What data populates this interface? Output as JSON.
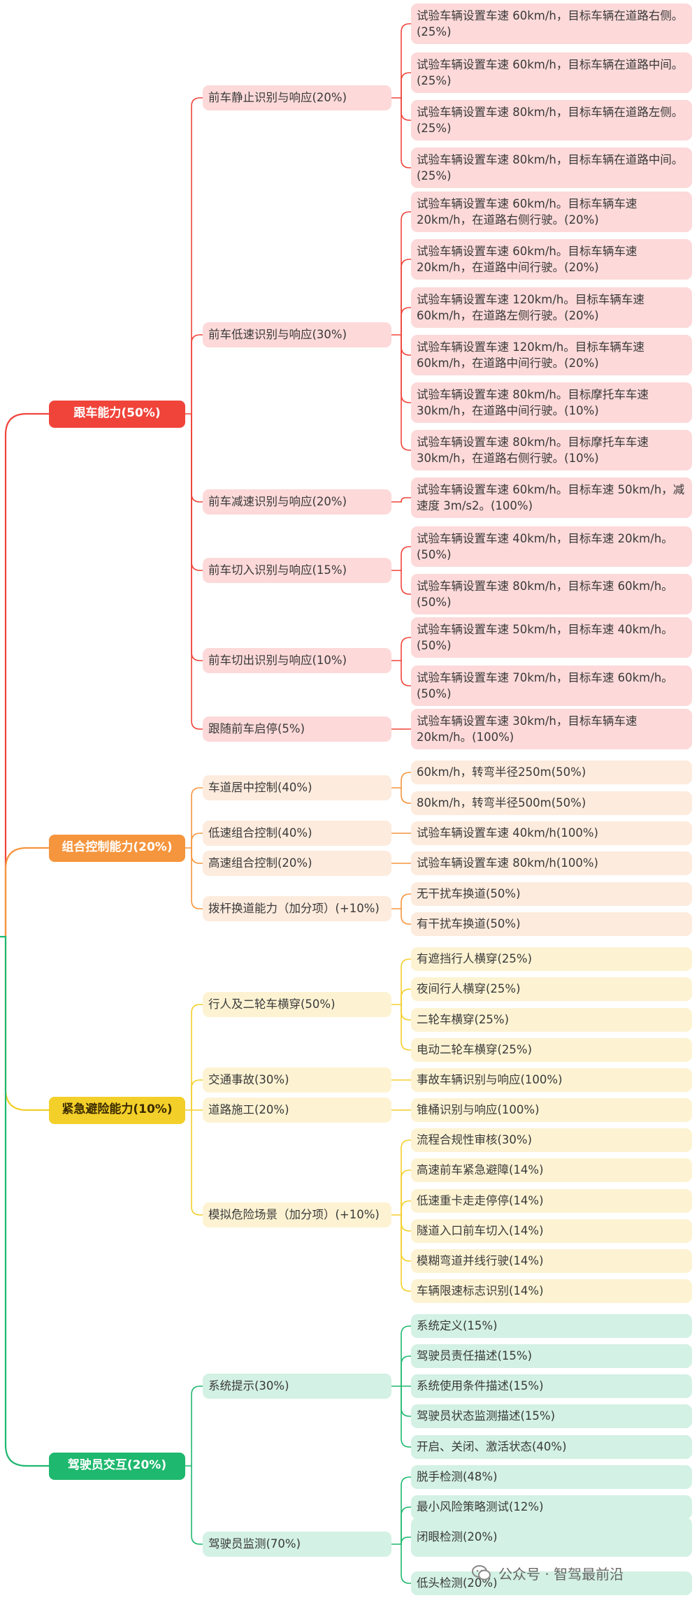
{
  "branches": [
    {
      "label": "跟车能力(50%)",
      "color": "#f0443a",
      "fill": "#fdd9d9",
      "items": [
        {
          "label": "前车静止识别与响应(20%)",
          "children": [
            "试验车辆设置车速 60km/h，目标车辆在道路右侧。(25%)",
            "试验车辆设置车速 60km/h，目标车辆在道路中间。(25%)",
            "试验车辆设置车速 80km/h，目标车辆在道路左侧。(25%)",
            "试验车辆设置车速 80km/h，目标车辆在道路中间。(25%)"
          ]
        },
        {
          "label": "前车低速识别与响应(30%)",
          "children": [
            "试验车辆设置车速 60km/h。目标车辆车速 20km/h，在道路右侧行驶。(20%)",
            "试验车辆设置车速 60km/h。目标车辆车速 20km/h，在道路中间行驶。(20%)",
            "试验车辆设置车速 120km/h。目标车辆车速 60km/h，在道路左侧行驶。(20%)",
            "试验车辆设置车速 120km/h。目标车辆车速 60km/h，在道路中间行驶。(20%)",
            "试验车辆设置车速 80km/h。目标摩托车车速 30km/h，在道路中间行驶。(10%)",
            "试验车辆设置车速 80km/h。目标摩托车车速 30km/h，在道路右侧行驶。(10%)"
          ]
        },
        {
          "label": "前车减速识别与响应(20%)",
          "children": [
            "试验车辆设置车速 60km/h。目标车速 50km/h，减速度 3m/s2。(100%)"
          ]
        },
        {
          "label": "前车切入识别与响应(15%)",
          "children": [
            "试验车辆设置车速 40km/h，目标车速 20km/h。(50%)",
            "试验车辆设置车速 80km/h，目标车速 60km/h。(50%)"
          ]
        },
        {
          "label": "前车切出识别与响应(10%)",
          "children": [
            "试验车辆设置车速 50km/h，目标车速 40km/h。(50%)",
            "试验车辆设置车速 70km/h，目标车速 60km/h。(50%)"
          ]
        },
        {
          "label": "跟随前车启停(5%)",
          "children": [
            "试验车辆设置车速 30km/h，目标车辆车速 20km/h。(100%)"
          ]
        }
      ]
    },
    {
      "label": "组合控制能力(20%)",
      "color": "#f5953d",
      "fill": "#fdebdd",
      "items": [
        {
          "label": "车道居中控制(40%)",
          "children": [
            "60km/h，转弯半径250m(50%)",
            "80km/h，转弯半径500m(50%)"
          ]
        },
        {
          "label": "低速组合控制(40%)",
          "children": [
            "试验车辆设置车速 40km/h(100%)"
          ]
        },
        {
          "label": "高速组合控制(20%)",
          "children": [
            "试验车辆设置车速 80km/h(100%)"
          ]
        },
        {
          "label": "拨杆换道能力（加分项）(+10%)",
          "children": [
            "无干扰车换道(50%)",
            "有干扰车换道(50%)"
          ]
        }
      ]
    },
    {
      "label": "紧急避险能力(10%)",
      "color": "#f3cf2a",
      "fill": "#fdf3d3",
      "dark_text": true,
      "items": [
        {
          "label": "行人及二轮车横穿(50%)",
          "children": [
            "有遮挡行人横穿(25%)",
            "夜间行人横穿(25%)",
            "二轮车横穿(25%)",
            "电动二轮车横穿(25%)"
          ]
        },
        {
          "label": "交通事故(30%)",
          "children": [
            "事故车辆识别与响应(100%)"
          ]
        },
        {
          "label": "道路施工(20%)",
          "children": [
            "锥桶识别与响应(100%)"
          ]
        },
        {
          "label": "模拟危险场景（加分项）(+10%)",
          "children": [
            "流程合规性审核(30%)",
            "高速前车紧急避障(14%)",
            "低速重卡走走停停(14%)",
            "隧道入口前车切入(14%)",
            "模糊弯道并线行驶(14%)",
            "车辆限速标志识别(14%)"
          ]
        }
      ]
    },
    {
      "label": "驾驶员交互(20%)",
      "color": "#1eb86e",
      "fill": "#d3f1e4",
      "items": [
        {
          "label": "系统提示(30%)",
          "children": [
            "系统定义(15%)",
            "驾驶员责任描述(15%)",
            "系统使用条件描述(15%)",
            "驾驶员状态监测描述(15%)",
            "开启、关闭、激活状态(40%)"
          ]
        },
        {
          "label": "驾驶员监测(70%)",
          "children": [
            "脱手检测(48%)",
            "最小风险策略测试(12%)",
            "闭眼检测(20%)",
            "低头检测(20%)"
          ]
        }
      ]
    }
  ],
  "watermark": "公众号 · 智驾最前沿"
}
